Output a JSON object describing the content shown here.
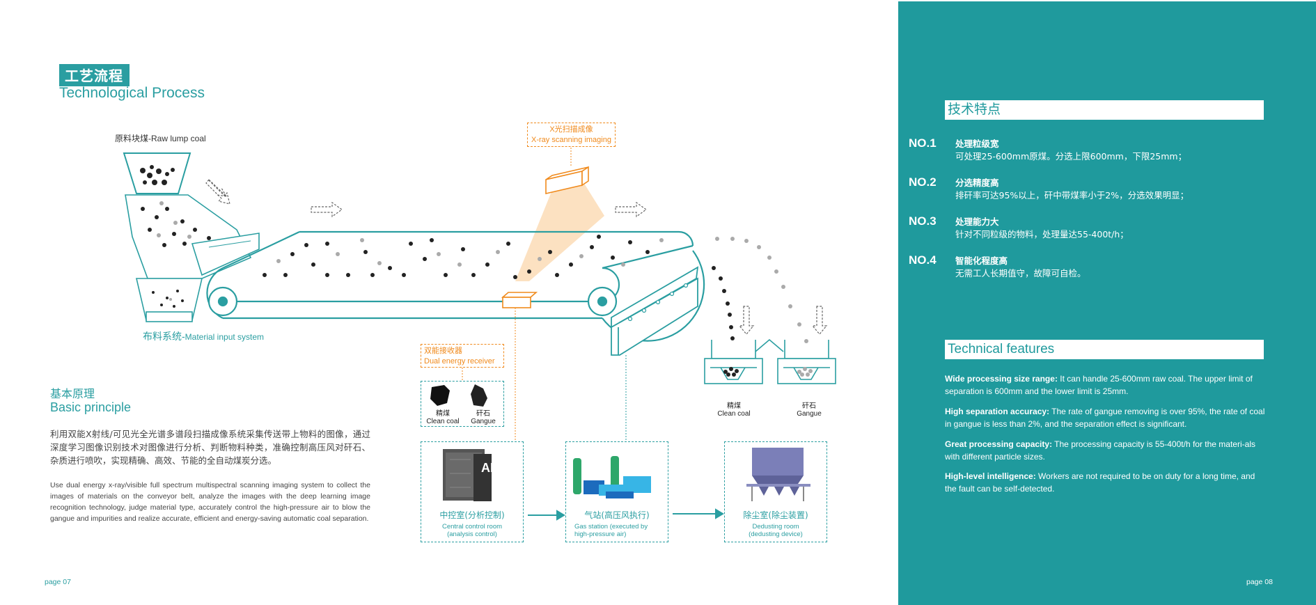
{
  "header": {
    "title_cn": "工艺流程",
    "title_en": "Technological Process"
  },
  "diagram": {
    "raw_coal_label": "原料块煤-Raw lump coal",
    "material_input_cn": "布料系统-",
    "material_input_en": "Material input system",
    "xray_cn": "X光扫描成像",
    "xray_en": "X-ray scanning imaging",
    "receiver_cn": "双能接收器",
    "receiver_en": "Dual energy receiver",
    "samples": [
      {
        "cn": "精煤",
        "en": "Clean coal"
      },
      {
        "cn": "矸石",
        "en": "Gangue"
      }
    ],
    "outputs": [
      {
        "cn": "精煤",
        "en": "Clean coal"
      },
      {
        "cn": "矸石",
        "en": "Gangue"
      }
    ],
    "stations": [
      {
        "cn": "中控室(分析控制)",
        "en_1": "Central control room",
        "en_2": "(analysis control)",
        "badge": "AI"
      },
      {
        "cn": "气站(高压风执行)",
        "en_1": "Gas station (executed by",
        "en_2": "high-pressure air)"
      },
      {
        "cn": "除尘室(除尘装置)",
        "en_1": "Dedusting room",
        "en_2": "(dedusting device)"
      }
    ]
  },
  "basic_principle": {
    "title_cn": "基本原理",
    "title_en": "Basic principle",
    "text_cn": "利用双能X射线/可见光全光谱多谱段扫描成像系统采集传送带上物料的图像，通过深度学习图像识别技术对图像进行分析、判断物料种类，准确控制高压风对矸石、杂质进行喷吹，实现精确、高效、节能的全自动煤炭分选。",
    "text_en": "Use dual energy x-ray/visible full spectrum multispectral scanning imaging system to collect the images of materials on the conveyor belt, analyze the images with the deep learning image recognition technology, judge material type, accurately control the high-pressure air to blow the gangue and impurities and realize accurate, efficient and energy-saving automatic coal separation."
  },
  "pages": {
    "left": "page 07",
    "right": "page 08"
  },
  "panel": {
    "tech_title_cn": "技术特点",
    "features_cn": [
      {
        "no": "NO.1",
        "title": "处理粒级宽",
        "desc": "可处理25-600mm原煤。分选上限600mm，下限25mm；"
      },
      {
        "no": "NO.2",
        "title": "分选精度高",
        "desc": "排矸率可达95%以上，矸中带煤率小于2%，分选效果明显；"
      },
      {
        "no": "NO.3",
        "title": "处理能力大",
        "desc": "针对不同粒级的物料，处理量达55-400t/h；"
      },
      {
        "no": "NO.4",
        "title": "智能化程度高",
        "desc": "无需工人长期值守，故障可自检。"
      }
    ],
    "tech_title_en": "Technical features",
    "features_en": [
      {
        "title": "Wide processing size range:",
        "desc": " It can handle 25-600mm raw coal. The upper limit of separation is 600mm and the lower limit is 25mm."
      },
      {
        "title": "High separation accuracy:",
        "desc": " The rate of gangue removing is over 95%, the rate of coal in gangue is less than 2%, and the separation effect is significant."
      },
      {
        "title": "Great processing capacity:",
        "desc": " The processing capacity is 55-400t/h for the materi-als with different particle sizes."
      },
      {
        "title": "High-level intelligence:",
        "desc": " Workers are not required to be on duty for a long time, and the fault can be self-detected."
      }
    ]
  },
  "colors": {
    "teal": "#2a9ea1",
    "panel": "#1f9a9d",
    "orange": "#f08a1c"
  }
}
